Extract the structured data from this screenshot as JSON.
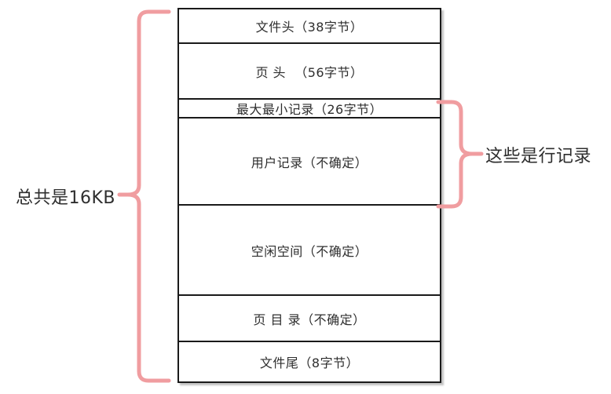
{
  "table": {
    "rows": [
      {
        "label": "文件头（38字节）"
      },
      {
        "label": "页 头  （56字节）"
      },
      {
        "label": "最大最小记录（26字节）"
      },
      {
        "label": "用户记录（不确定）"
      },
      {
        "label": "空闲空间（不确定）"
      },
      {
        "label": "页 目 录（不确定）"
      },
      {
        "label": "文件尾（8字节）"
      }
    ]
  },
  "annotations": {
    "left": {
      "text": "总共是16KB"
    },
    "right": {
      "text": "这些是行记录"
    }
  },
  "colors": {
    "brace": "#F09DA0",
    "border": "#1a1a1a",
    "text": "#2e2e2e",
    "background": "#ffffff"
  }
}
